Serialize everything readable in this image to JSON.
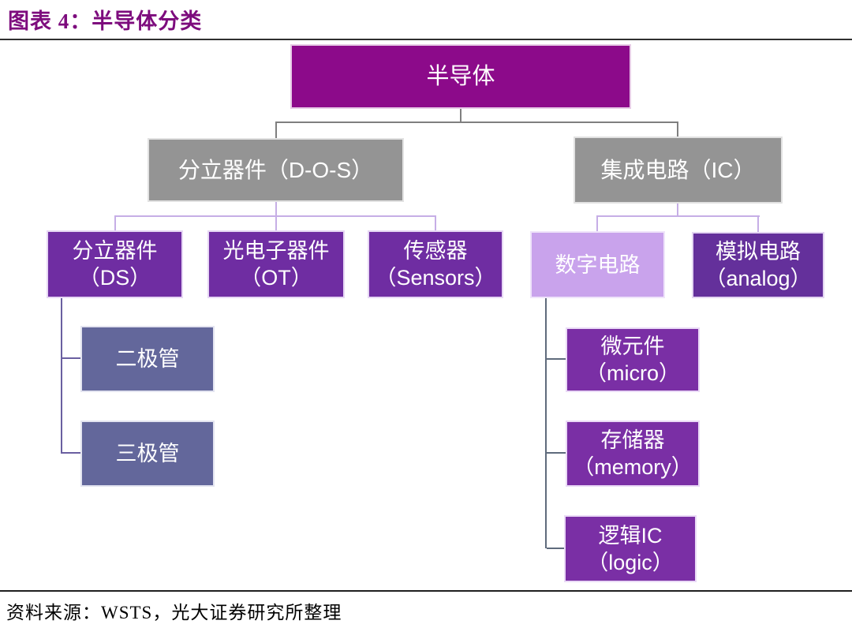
{
  "header": {
    "title": "图表 4：半导体分类"
  },
  "footer": {
    "source": "资料来源：WSTS，光大证券研究所整理"
  },
  "colors": {
    "title_text": "#7D0C7D",
    "root_box": "#8C0A8A",
    "level2_box_gray": "#949494",
    "level3_purple": "#6F2DA2",
    "digital_light_purple": "#C9A3EC",
    "analog_dark_purple": "#64309B",
    "diode_slate": "#63679B",
    "leaf_purple": "#7A2FA5",
    "connector_gray": "#7F7F7F",
    "connector_lavender": "#C6AEE6",
    "connector_slate": "#6A5FA0",
    "connector_bluegray": "#5F6B7C",
    "rule_dark": "#303030",
    "box_text": "#FFFFFF"
  },
  "nodes": {
    "semiconductor": {
      "label": "半导体"
    },
    "discrete_dos": {
      "label": "分立器件（D-O-S）"
    },
    "ic": {
      "label": "集成电路（IC）"
    },
    "discrete_ds": {
      "line1": "分立器件",
      "line2": "（DS）"
    },
    "opto_ot": {
      "line1": "光电子器件",
      "line2": "（OT）"
    },
    "sensors": {
      "line1": "传感器",
      "line2": "（Sensors）"
    },
    "digital": {
      "label": "数字电路"
    },
    "analog": {
      "line1": "模拟电路",
      "line2": "（analog）"
    },
    "diode": {
      "label": "二极管"
    },
    "triode": {
      "label": "三极管"
    },
    "micro": {
      "line1": "微元件",
      "line2": "（micro）"
    },
    "memory": {
      "line1": "存储器",
      "line2": "（memory）"
    },
    "logic": {
      "line1": "逻辑IC",
      "line2": "（logic）"
    }
  }
}
